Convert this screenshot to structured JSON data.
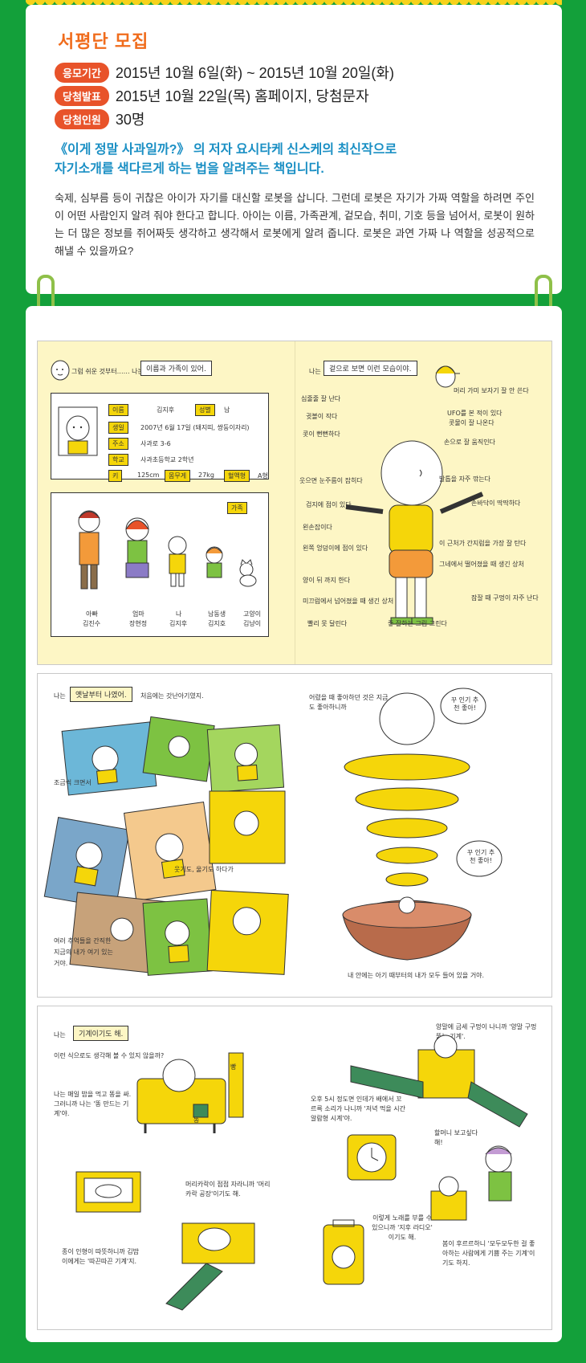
{
  "header": {
    "title": "서평단 모집"
  },
  "info": [
    {
      "label": "응모기간",
      "value": "2015년 10월 6일(화) ~ 2015년 10월 20일(화)"
    },
    {
      "label": "당첨발표",
      "value": "2015년 10월 22일(목) 홈페이지, 당첨문자"
    },
    {
      "label": "당첨인원",
      "value": "30명"
    }
  ],
  "intro": {
    "line1": "《이게 정말 사과일까?》 의 저자 요시타케 신스케의 최신작으로",
    "line2": "자기소개를 색다르게 하는 법을 알려주는 책입니다."
  },
  "description": "숙제, 심부름 등이 귀찮은 아이가 자기를 대신할 로봇을 삽니다. 그런데 로봇은 자기가 가짜 역할을 하려면 주인이 어떤 사람인지 알려 줘야 한다고 합니다. 아이는 이름, 가족관계, 겉모습, 취미, 기호 등을 넘어서, 로봇이 원하는 더 많은 정보를 쥐어짜듯 생각하고 생각해서 로봇에게 알려 줍니다. 로봇은 과연 가짜 나 역할을 성공적으로 해낼 수 있을까요?",
  "page1": {
    "left_intro": "그럼 쉬운 것부터…… 나는",
    "left_tag": "이름과 가족이 있어.",
    "fields": {
      "name_label": "이름",
      "name_value": "김지후",
      "gender_label": "성별",
      "gender_value": "남",
      "birth_label": "생일",
      "birth_value": "2007년 6월 17일 (돼지띠, 쌍둥이자리)",
      "addr_label": "주소",
      "addr_value": "사과로 3-6",
      "school_label": "학교",
      "school_value": "사과초등학교 2학년",
      "height_label": "키",
      "height_value": "125cm",
      "weight_label": "몸무게",
      "weight_value": "27kg",
      "blood_label": "혈액형",
      "blood_value": "A형",
      "family_label": "가족"
    },
    "family": [
      {
        "role": "아빠",
        "name": "김진수"
      },
      {
        "role": "엄마",
        "name": "장현정"
      },
      {
        "role": "나",
        "name": "김지후"
      },
      {
        "role": "남동생",
        "name": "김지호"
      },
      {
        "role": "고양이",
        "name": "김냥이"
      }
    ],
    "right_intro": "나는",
    "right_tag": "겉으로 보면 이런 모습이야.",
    "notes_left": [
      "심줄줄 잘 난다",
      "귓볼이 작다",
      "콧이 뻔뻔하다",
      "웃으면 눈주름이 잡히다",
      "검지에 점이 있다",
      "왼손잡이다",
      "왼쪽 엉덩이에 점이 있다",
      "양이 뒤 까지 한다",
      "미끄럼에서 넘어졌을 때 생긴 상처",
      "빨리 못 달린다"
    ],
    "notes_right": [
      "머리 가미 보자기 잘 안 쓴다",
      "UFO를 본 적이 있다",
      "콧물이 잘 나온다",
      "손으로 잘 움직인다",
      "발톱을 자주 깎는다",
      "손바닥이 딱딱하다",
      "이 근처가 간지럼을 가장 잘 탄다",
      "그네에서 떨어졌을 때 생긴 상처",
      "잠잘 때 구멍이 자주 난다"
    ],
    "bottom_note": "좋 잘하는 그림 그린다"
  },
  "page2": {
    "left_intro": "나는",
    "left_tag": "옛날부터 나였어.",
    "left_intro2": "처음에는 갓난아기였지.",
    "cap_grow": "조금씩 크면서",
    "cap_laugh": "웃기도, 울기도 하다가",
    "cap_memory": "여러 추억들을 간직한 지금의 내가 여기 있는 거야.",
    "right_intro": "어렸을 때 좋아하던 것은 지금도 좋아하니까",
    "bubble1": "꾸 인기 추천 좋아!",
    "bubble2": "꾸 인기 추천 좋아!",
    "right_caption": "내 안에는 아기 때부터의 내가 모두 들어 있을 거야."
  },
  "page3": {
    "left_intro": "나는",
    "left_tag": "기계이기도 해.",
    "left_intro2": "이런 식으로도 생각해 볼 수 있지 않을까?",
    "note1": "나는 매일 밥을 먹고 똥을 싸. 그러니까 나는 '똥 만드는 기계'야.",
    "note2": "종이 인형이 따뜻하니까 김밥이에게는 '따끈따끈 기계'지.",
    "note3": "머리카락이 점점 자라니까 '머리카락 공장'이기도 해.",
    "note4": "양말에 금세 구멍이 나니까 '양말 구멍 뚫는 기계'.",
    "note5": "오후 5시 정도면 인데가 배에서 꼬르륵 소리가 나니까 '저녁 먹을 시간 알람형 시계'야.",
    "note6": "이렇게 노래를 부를 수 있으니까 '지후 라디오' 이기도 해.",
    "note7": "할머니 보고싶다 해!",
    "note8": "봄이 후르르하니 '모두모두한 걸 좋아하는 사람에게 기쁨 주는 기계'이기도 하지.",
    "label_poop": "똥",
    "label_pipe": "빵"
  }
}
